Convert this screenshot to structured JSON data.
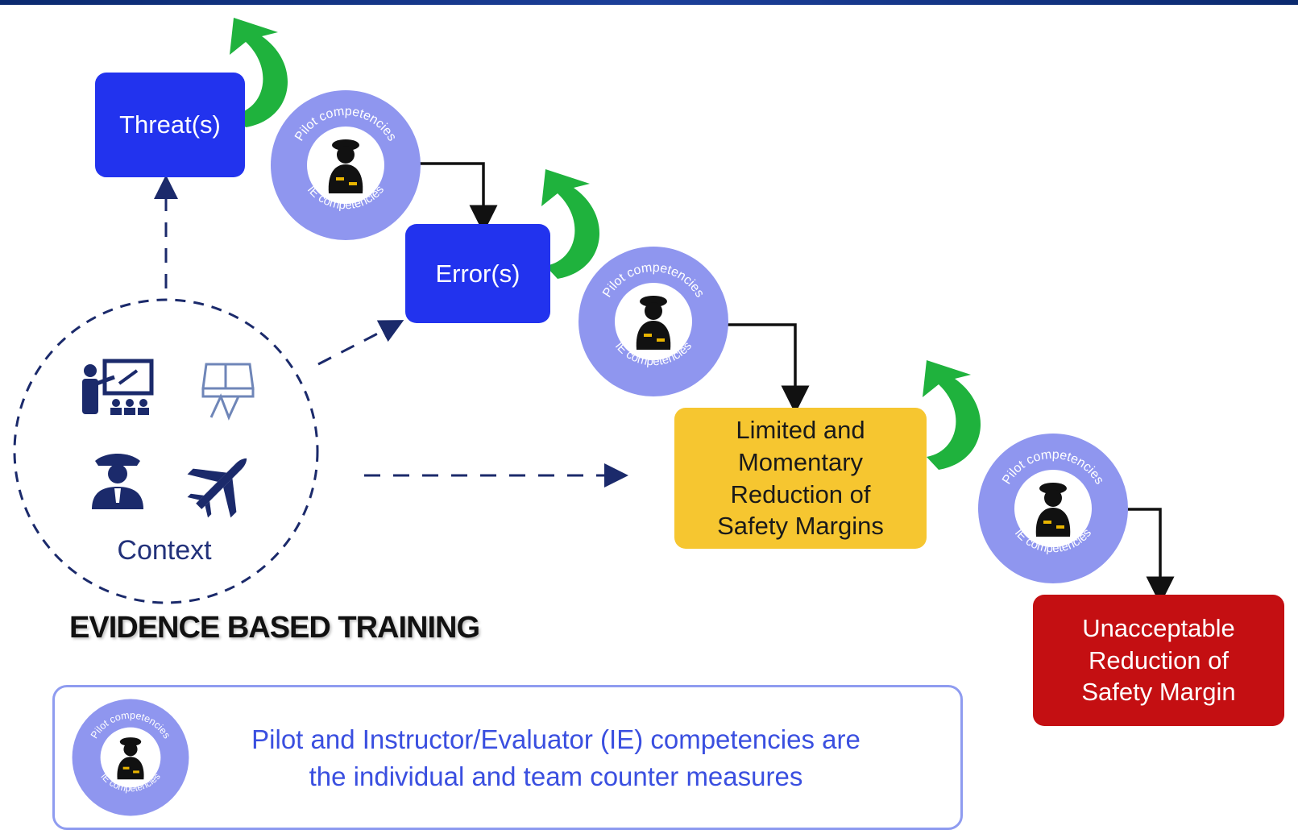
{
  "nodes": {
    "threat": "Threat(s)",
    "error": "Error(s)",
    "limited": [
      "Limited and",
      "Momentary",
      "Reduction of",
      "Safety Margins"
    ],
    "unacceptable": [
      "Unacceptable",
      "Reduction of",
      "Safety Margin"
    ]
  },
  "badge": {
    "outer_text": "Pilot competencies",
    "inner_text": "IE competencies"
  },
  "context": {
    "label": "Context",
    "icons": [
      "classroom-icon",
      "simulator-icon",
      "pilot-icon",
      "airplane-icon"
    ]
  },
  "title": "EVIDENCE BASED TRAINING",
  "legend": {
    "line1": "Pilot and Instructor/Evaluator (IE) competencies are",
    "line2": "the individual and team counter measures"
  },
  "colors": {
    "blue_box": "#2233ee",
    "yellow_box": "#f6c630",
    "red_box": "#c40f12",
    "badge_ring": "#8f96ef",
    "green_arrow": "#1fb23d",
    "dashed_navy": "#1b2a6b"
  }
}
